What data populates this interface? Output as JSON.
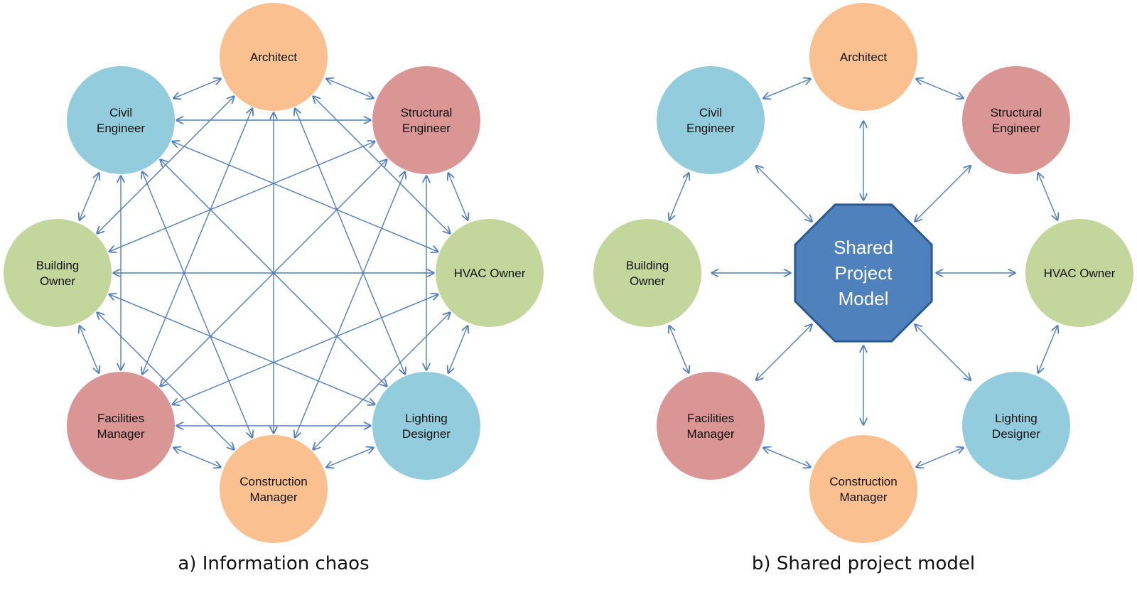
{
  "colors": {
    "arrow": "#4f7dbd",
    "peach": "#fac090",
    "rose": "#d99694",
    "sky": "#93cddd",
    "sage": "#c3d69b",
    "hub_fill": "#4f81bd",
    "hub_stroke": "#2c5a8f"
  },
  "diagrams": [
    {
      "caption": "a) Information chaos",
      "mode": "mesh",
      "nodes": [
        {
          "lines": [
            "Architect"
          ],
          "color": "peach"
        },
        {
          "lines": [
            "Structural",
            "Engineer"
          ],
          "color": "rose"
        },
        {
          "lines": [
            "HVAC Owner"
          ],
          "color": "sage"
        },
        {
          "lines": [
            "Lighting",
            "Designer"
          ],
          "color": "sky"
        },
        {
          "lines": [
            "Construction",
            "Manager"
          ],
          "color": "peach"
        },
        {
          "lines": [
            "Facilities",
            "Manager"
          ],
          "color": "rose"
        },
        {
          "lines": [
            "Building",
            "Owner"
          ],
          "color": "sage"
        },
        {
          "lines": [
            "Civil",
            "Engineer"
          ],
          "color": "sky"
        }
      ]
    },
    {
      "caption": "b) Shared project model",
      "mode": "hub",
      "hub": {
        "lines": [
          "Shared",
          "Project",
          "Model"
        ]
      },
      "nodes": [
        {
          "lines": [
            "Architect"
          ],
          "color": "peach"
        },
        {
          "lines": [
            "Structural",
            "Engineer"
          ],
          "color": "rose"
        },
        {
          "lines": [
            "HVAC Owner"
          ],
          "color": "sage"
        },
        {
          "lines": [
            "Lighting",
            "Designer"
          ],
          "color": "sky"
        },
        {
          "lines": [
            "Construction",
            "Manager"
          ],
          "color": "peach"
        },
        {
          "lines": [
            "Facilities",
            "Manager"
          ],
          "color": "rose"
        },
        {
          "lines": [
            "Building",
            "Owner"
          ],
          "color": "sage"
        },
        {
          "lines": [
            "Civil",
            "Engineer"
          ],
          "color": "sky"
        }
      ]
    }
  ]
}
